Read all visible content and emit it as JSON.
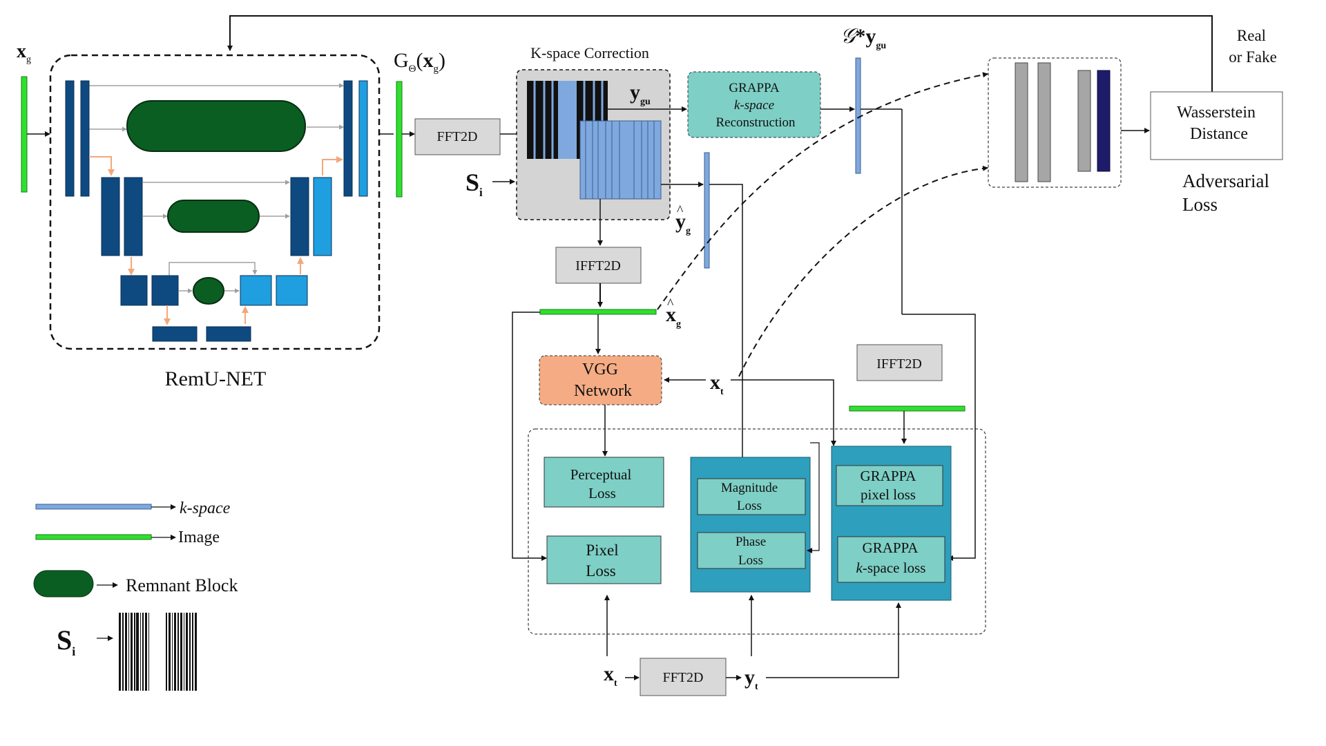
{
  "colors": {
    "dark_blue": "#0e4a80",
    "mid_blue": "#1f9ee0",
    "k_space_blue": "#7fa8de",
    "image_green": "#2fe02f",
    "remnant_green": "#0b5e22",
    "teal": "#7ecfc6",
    "dark_teal": "#2e9fbd",
    "orange": "#f5ac84",
    "grey_box": "#d9d9d9",
    "arrow_orange": "#f2a87a",
    "grey_line": "#a0a0a0",
    "discriminator_grey": "#a6a6a6",
    "discriminator_navy": "#1c1c6a"
  },
  "inputs": {
    "xg": {
      "base": "x",
      "sub": "g"
    },
    "generator_output": {
      "prefix": "G",
      "sub_theta": "Θ",
      "open": "(",
      "base": "x",
      "sub": "g",
      "close": ")"
    },
    "si": {
      "base": "S",
      "sub": "i"
    },
    "xt": {
      "base": "x",
      "sub": "t"
    },
    "yt": {
      "base": "y",
      "sub": "t"
    }
  },
  "remunet": {
    "label": "RemU-NET"
  },
  "kspace_correction": {
    "title": "K-space Correction",
    "ygu": {
      "base": "y",
      "sub": "gu"
    },
    "yg_hat": {
      "hat": "^",
      "base": "y",
      "sub": "g"
    },
    "xg_hat": {
      "hat": "^",
      "base": "x",
      "sub": "g"
    }
  },
  "blocks": {
    "fft2d": "FFT2D",
    "ifft2d_center": "IFFT2D",
    "ifft2d_right": "IFFT2D",
    "fft2d_bottom": "FFT2D",
    "grappa_recon": {
      "line1": "GRAPPA",
      "line2": "k-space",
      "line3": "Reconstruction"
    },
    "grappa_output": {
      "prefix": "𝒢",
      "star": "*",
      "base": "y",
      "sub": "gu"
    },
    "vgg": {
      "line1": "VGG",
      "line2": "Network"
    },
    "wasserstein": {
      "line1": "Wasserstein",
      "line2": "Distance"
    },
    "real_fake": {
      "line1": "Real",
      "line2": "or Fake"
    },
    "adversarial": {
      "line1": "Adversarial",
      "line2": "Loss"
    }
  },
  "losses": {
    "perceptual": {
      "line1": "Perceptual",
      "line2": "Loss"
    },
    "pixel": {
      "line1": "Pixel",
      "line2": "Loss"
    },
    "magnitude": {
      "line1": "Magnitude",
      "line2": "Loss"
    },
    "phase": {
      "line1": "Phase",
      "line2": "Loss"
    },
    "grappa_pixel": {
      "line1": "GRAPPA",
      "line2": "pixel loss"
    },
    "grappa_kspace": {
      "line1": "GRAPPA",
      "line2": "k-space loss"
    }
  },
  "legend": {
    "kspace": "k-space",
    "image": "Image",
    "remnant": "Remnant Block",
    "si": {
      "base": "S",
      "sub": "i"
    }
  }
}
